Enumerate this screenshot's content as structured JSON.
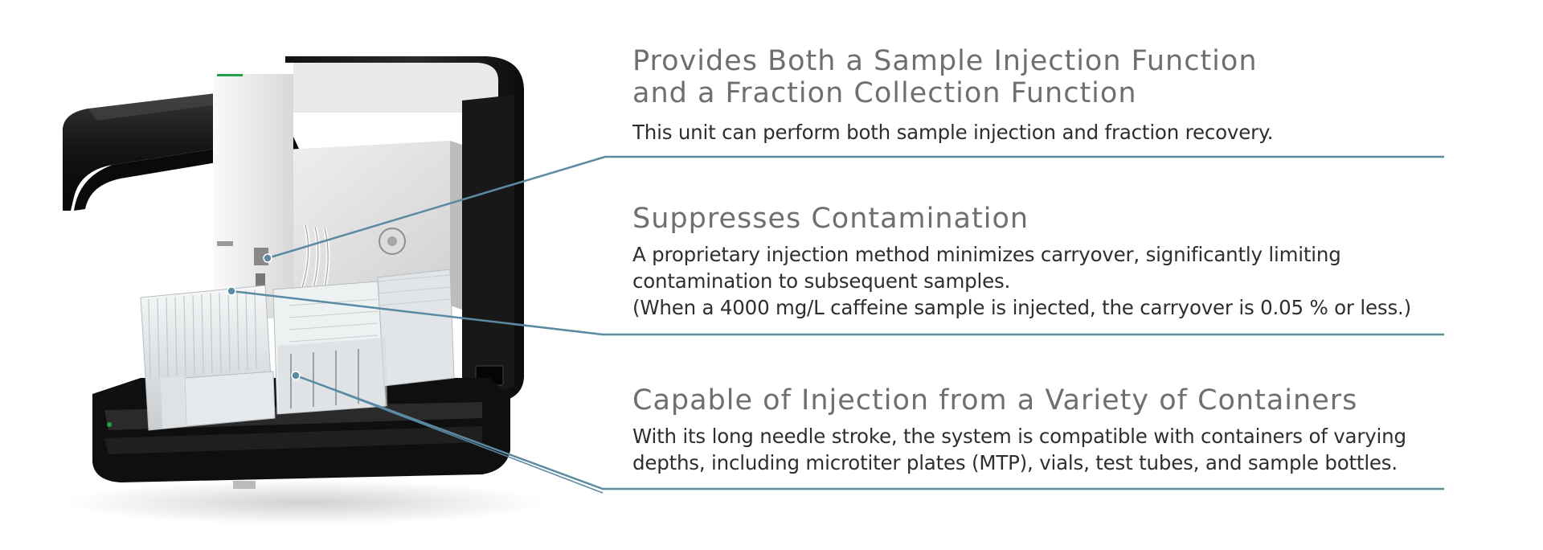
{
  "features": [
    {
      "title_lines": [
        "Provides Both a Sample Injection Function",
        "and a Fraction Collection Function"
      ],
      "description_lines": [
        "This unit can perform both sample injection and fraction recovery."
      ]
    },
    {
      "title_lines": [
        "Suppresses Contamination"
      ],
      "description_lines": [
        "A proprietary injection method minimizes carryover, significantly limiting",
        "contamination to subsequent samples.",
        "(When a 4000 mg/L caffeine sample is injected, the carryover is 0.05 % or less.)"
      ]
    },
    {
      "title_lines": [
        "Capable of Injection from a Variety of Containers"
      ],
      "description_lines": [
        "With its long needle stroke, the system is compatible with containers of varying",
        "depths, including microtiter plates (MTP), vials, test tubes, and sample bottles."
      ]
    }
  ],
  "colors": {
    "title": "#6f6f6f",
    "body_text": "#2e2e2e",
    "callout_line": "#5b8aa3",
    "device_frame": "#1c1c1c",
    "device_panel": "#e6e6e6",
    "accent_green": "#1fa34a"
  }
}
